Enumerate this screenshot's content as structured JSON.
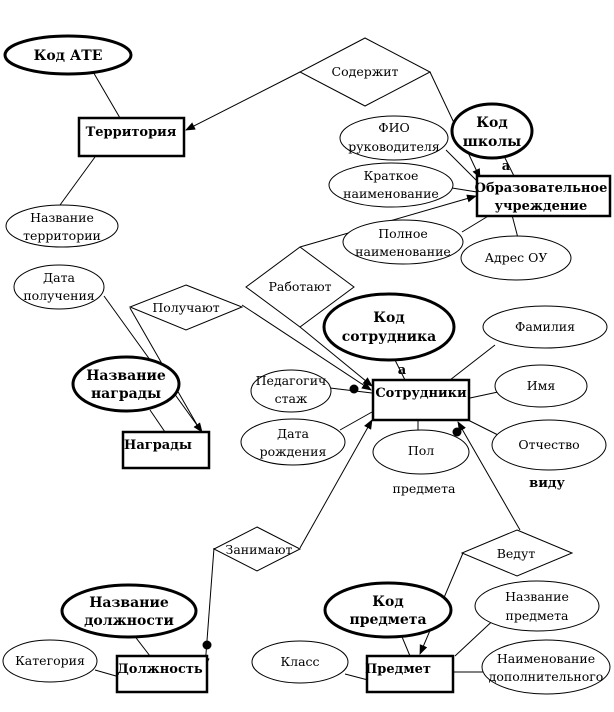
{
  "entities": {
    "territory": "Территория",
    "school_line1": "Образовательное",
    "school_line2": "учреждение",
    "employees": "Сотрудники",
    "awards": "Награды",
    "position": "Должность",
    "subject": "Предмет"
  },
  "key_attributes": {
    "ate_code": "Код АТЕ",
    "school_code_line1": "Код",
    "school_code_line2": "школы",
    "employee_code_line1": "Код",
    "employee_code_line2": "сотрудника",
    "award_name_line1": "Название",
    "award_name_line2": "награды",
    "position_name_line1": "Название",
    "position_name_line2": "должности",
    "subject_code_line1": "Код",
    "subject_code_line2": "предмета"
  },
  "attributes": {
    "territory_name_line1": "Название",
    "territory_name_line2": "территории",
    "director_line1": "ФИО",
    "director_line2": "руководителя",
    "short_name_line1": "Краткое",
    "short_name_line2": "наименование",
    "full_name_line1": "Полное",
    "full_name_line2": "наименование",
    "school_address": "Адрес ОУ",
    "surname": "Фамилия",
    "first_name": "Имя",
    "patronymic": "Отчество",
    "teaching_exp_line1": "Педагогич",
    "teaching_exp_line2": "стаж",
    "birth_date_line1": "Дата",
    "birth_date_line2": "рождения",
    "sex": "Пол",
    "award_date_line1": "Дата",
    "award_date_line2": "получения",
    "category": "Категория",
    "grade": "Класс",
    "subject_name_line1": "Название",
    "subject_name_line2": "предмета",
    "extra_name_line1": "Наименование",
    "extra_name_line2": "дополнительного"
  },
  "relationships": {
    "contains": "Содержит",
    "work": "Работают",
    "receive": "Получают",
    "hold": "Занимают",
    "teach": "Ведут"
  },
  "stray_text": {
    "marker_a": "а",
    "predmeta": "предмета",
    "vidu": "виду"
  }
}
